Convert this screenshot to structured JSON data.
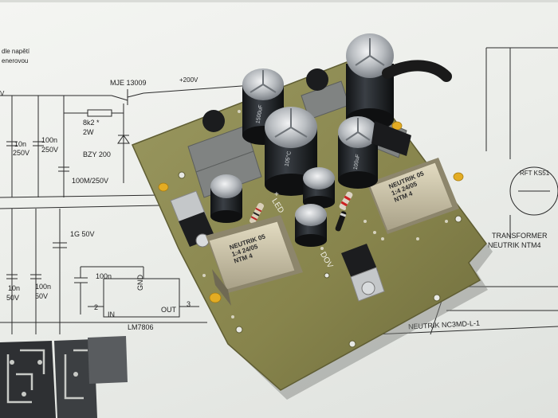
{
  "schematic": {
    "header_line1": "dle napětí",
    "header_line2": "enerovou",
    "transistor": "MJE 13009",
    "voltage": "+200V",
    "edge_v": "V",
    "resistor": "8k2 *",
    "resistor_power": "2W",
    "zener": "BZY 200",
    "cap_a": "10n",
    "cap_a_v": "250V",
    "cap_b": "100n",
    "cap_b_v": "250V",
    "cap_c": "100M/250V",
    "cap_d": "1G 50V",
    "cap_e": "10n",
    "cap_e_v": "50V",
    "cap_f": "100n",
    "cap_f_v": "50V",
    "cap_g": "100n",
    "regulator": "LM7806",
    "pin_in": "IN",
    "pin_gnd": "GND",
    "pin_out": "OUT",
    "pin_2": "2",
    "pin_3": "3",
    "tube": "RFT KS51",
    "transformer_label": "TRANSFORMER",
    "transformer_model": "NEUTRIK NTM4",
    "connector": "NEUTRIK NC3MD-L-1"
  },
  "board": {
    "label_led": "LED",
    "label_plus": "+",
    "label_dov": "DOV",
    "transformer_text_1": "NEUTRIK 05",
    "transformer_text_2": "1:4 24/05",
    "transformer_text_3": "NTM 4",
    "cap_text_1": "1500uF",
    "cap_text_2": "105°C",
    "cap_text_3": "100uF"
  },
  "colors": {
    "pcb": "#8e8b4f",
    "paper": "#eef0ec",
    "capacitor": "#1f2226",
    "transformer": "#c8c1a4"
  }
}
